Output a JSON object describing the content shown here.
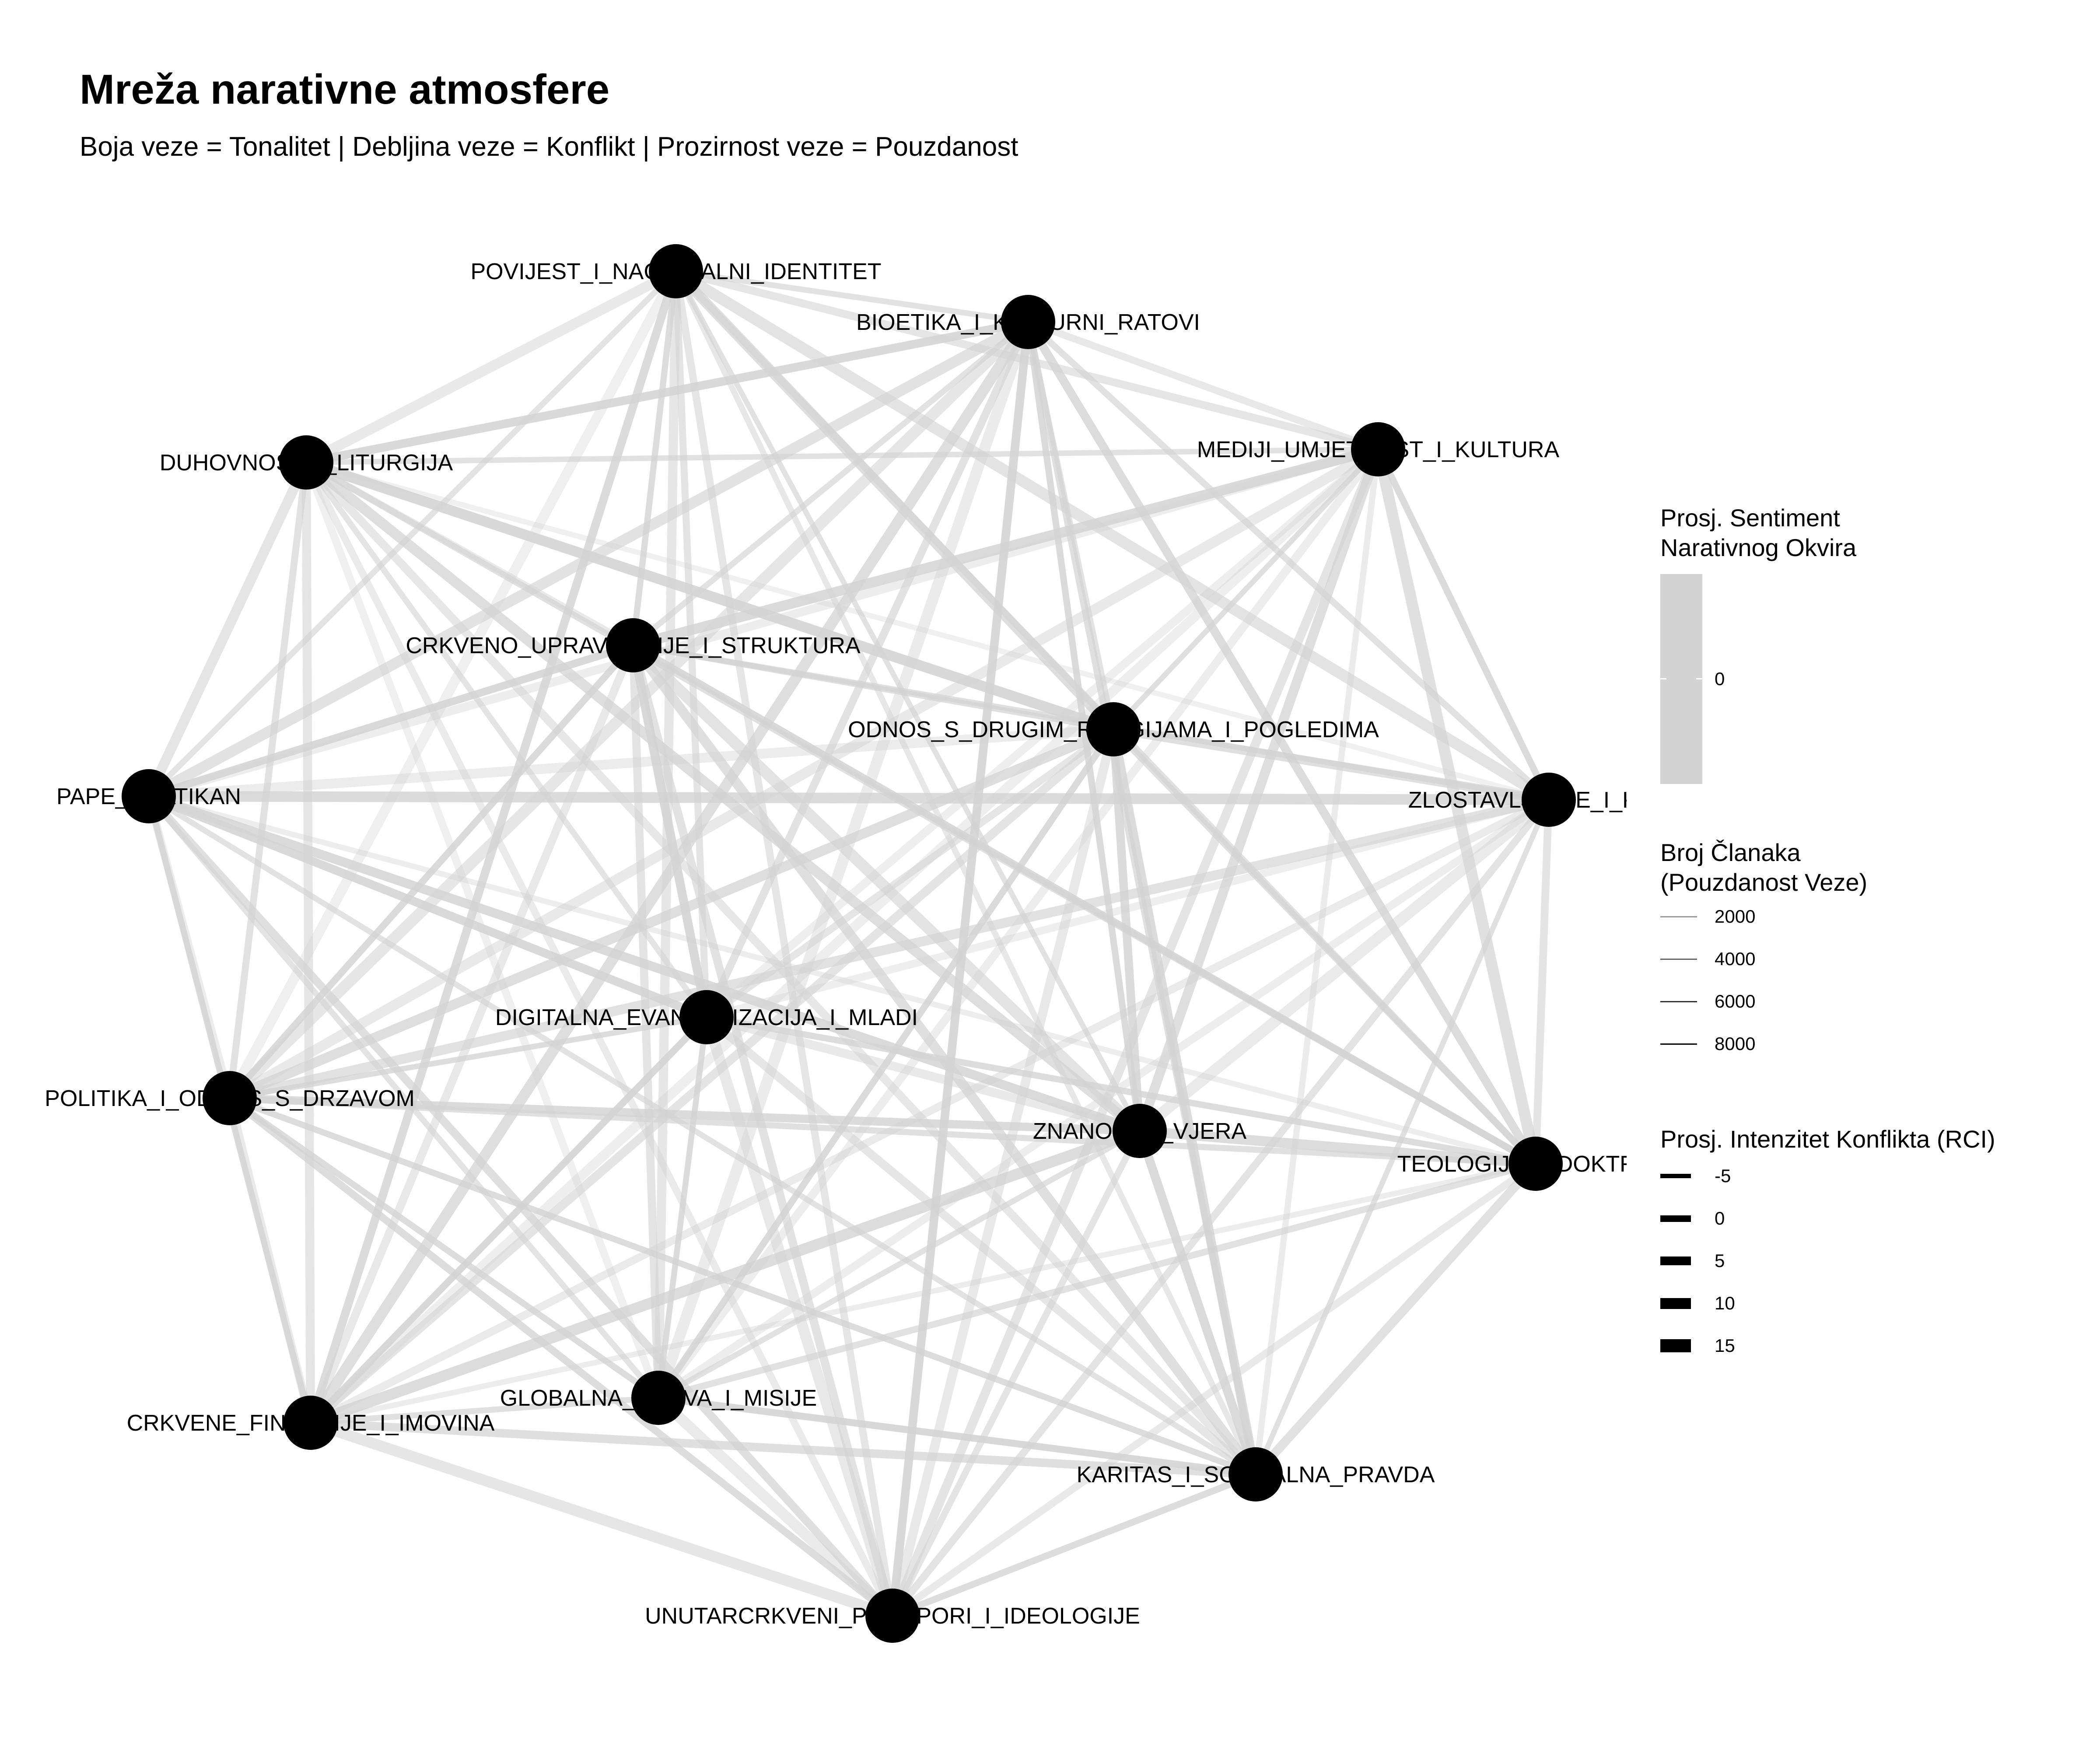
{
  "title": "Mreža narativne atmosfere",
  "subtitle": "Boja veze = Tonalitet | Debljina veze = Konflikt | Prozirnost veze = Pouzdanost",
  "node_color": "#000000",
  "edge_color": "#d3d3d3",
  "nodes": [
    {
      "id": "povijest",
      "label": "POVIJEST_I_NACIONALNI_IDENTITET"
    },
    {
      "id": "bioetika",
      "label": "BIOETIKA_I_KULTURNI_RATOVI"
    },
    {
      "id": "mediji",
      "label": "MEDIJI_UMJETNOST_I_KULTURA"
    },
    {
      "id": "duhovnost",
      "label": "DUHOVNOST_I_LITURGIJA"
    },
    {
      "id": "crkveno",
      "label": "CRKVENO_UPRAVLJANJE_I_STRUKTURA"
    },
    {
      "id": "odnos",
      "label": "ODNOS_S_DRUGIM_RELIGIJAMA_I_POGLEDIMA"
    },
    {
      "id": "pape",
      "label": "PAPE_I_VATIKAN"
    },
    {
      "id": "zlostavljanje",
      "label": "ZLOSTAVLJANJE_I_KRIZA"
    },
    {
      "id": "digitalna",
      "label": "DIGITALNA_EVANGELIZACIJA_I_MLADI"
    },
    {
      "id": "politika",
      "label": "POLITIKA_I_ODNOS_S_DRZAVOM"
    },
    {
      "id": "znanost",
      "label": "ZNANOST_I_VJERA"
    },
    {
      "id": "teologija",
      "label": "TEOLOGIJA_I_DOKTRINA"
    },
    {
      "id": "globalna",
      "label": "GLOBALNA_CRKVA_I_MISIJE"
    },
    {
      "id": "financije",
      "label": "CRKVENE_FINANCIJE_I_IMOVINA"
    },
    {
      "id": "karitas",
      "label": "KARITAS_I_SOCIJALNA_PRAVDA"
    },
    {
      "id": "unutarcrkveni",
      "label": "UNUTARCRKVENI_PRIJEPORI_I_IDEOLOGIJE"
    }
  ],
  "edges_complete_graph": true,
  "legend": {
    "sentiment": {
      "title_line1": "Prosj. Sentiment",
      "title_line2": "Narativnog Okvira",
      "tick": "0"
    },
    "articles": {
      "title_line1": "Broj Članaka",
      "title_line2": "(Pouzdanost Veze)",
      "items": [
        "2000",
        "4000",
        "6000",
        "8000"
      ]
    },
    "conflict": {
      "title": "Prosj. Intenzitet Konflikta (RCI)",
      "items": [
        "-5",
        "0",
        "5",
        "10",
        "15"
      ]
    }
  }
}
